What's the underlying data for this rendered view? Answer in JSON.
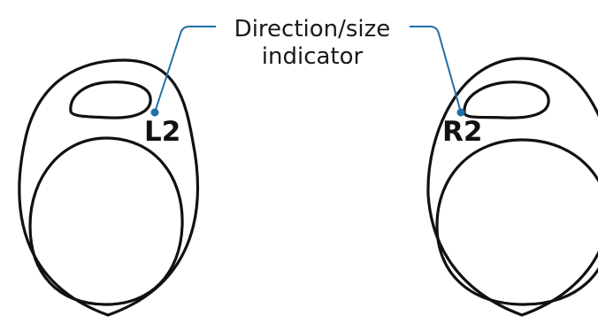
{
  "callout": {
    "line1": "Direction/size",
    "line2": "indicator"
  },
  "left_tip": {
    "label": "L2"
  },
  "right_tip": {
    "label": "R2"
  },
  "colors": {
    "outline": "#111111",
    "leader": "#1f6fa6"
  }
}
